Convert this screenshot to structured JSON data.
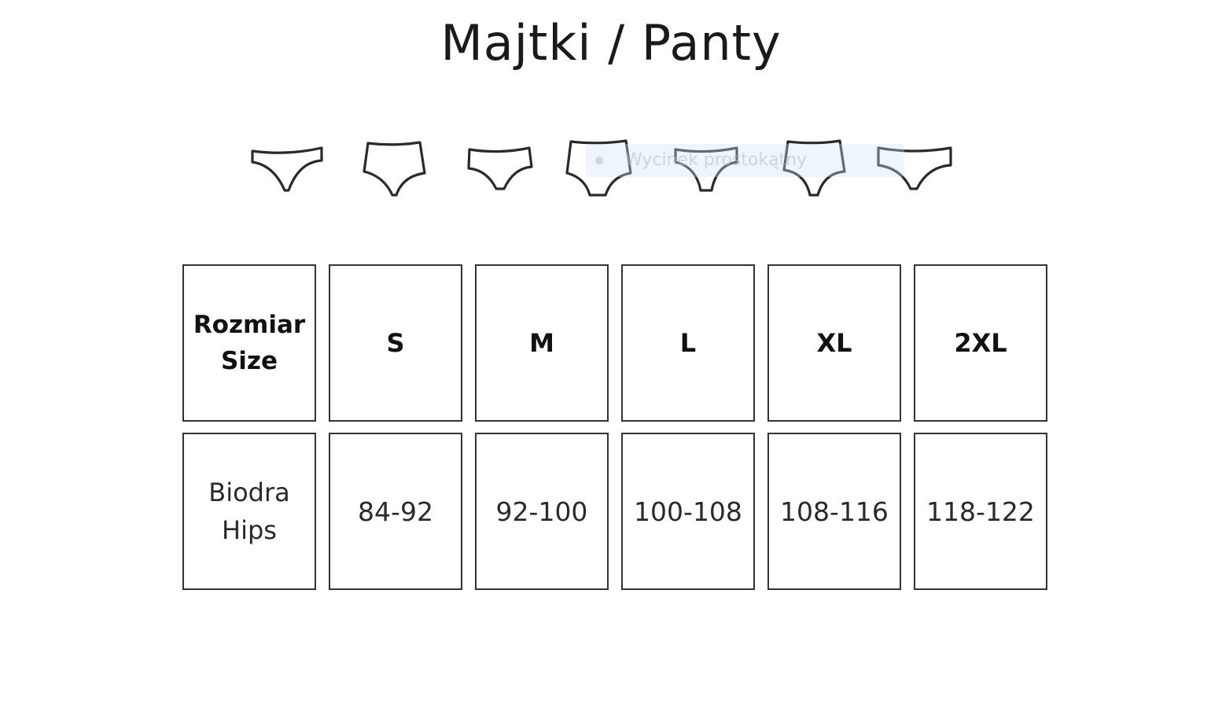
{
  "title": "Majtki / Panty",
  "tooltip_text": "Wycinek prostokątny",
  "icons": [
    {
      "name": "thong-icon"
    },
    {
      "name": "high-waist-brief-icon"
    },
    {
      "name": "bikini-brief-icon"
    },
    {
      "name": "full-brief-icon"
    },
    {
      "name": "tanga-icon"
    },
    {
      "name": "high-leg-brief-icon"
    },
    {
      "name": "hipster-brief-icon"
    }
  ],
  "table": {
    "header_label": [
      "Rozmiar",
      "Size"
    ],
    "sizes": [
      "S",
      "M",
      "L",
      "XL",
      "2XL"
    ],
    "row_label": [
      "Biodra",
      "Hips"
    ],
    "hips": [
      "84-92",
      "92-100",
      "100-108",
      "108-116",
      "118-122"
    ]
  }
}
